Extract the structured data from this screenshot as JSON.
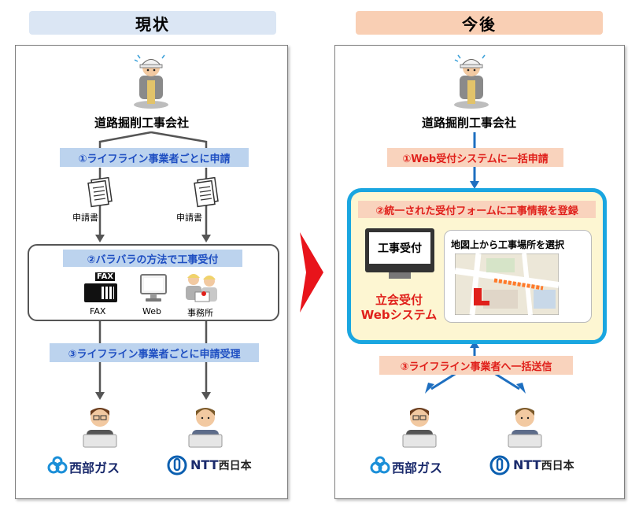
{
  "left": {
    "title": "現状",
    "company": "道路掘削工事会社",
    "step1": "①ライフライン事業者ごとに申請",
    "doc_label_1": "申請書",
    "doc_label_2": "申請書",
    "step2": "②バラバラの方法で工事受付",
    "method_fax_badge": "FAX",
    "methods": [
      "FAX",
      "Web",
      "事務所"
    ],
    "step3": "③ライフライン事業者ごとに申請受理",
    "logo_gas": "西部ガス",
    "logo_ntt": "NTT",
    "logo_ntt_suffix": "西日本"
  },
  "right": {
    "title": "今後",
    "company": "道路掘削工事会社",
    "step1": "①Web受付システムに一括申請",
    "step2": "②統一された受付フォームに工事情報を登録",
    "monitor_text": "工事受付",
    "system_name_line1": "立会受付",
    "system_name_line2": "Webシステム",
    "map_caption": "地図上から工事場所を選択",
    "step3": "③ライフライン事業者へ一括送信",
    "logo_gas": "西部ガス",
    "logo_ntt": "NTT",
    "logo_ntt_suffix": "西日本"
  },
  "colors": {
    "left_header": "#dbe6f4",
    "right_header": "#f9cfb4",
    "step_blue_bg": "#bcd3ee",
    "step_blue_text": "#1f4fc2",
    "step_red_bg": "#f9d3bd",
    "step_red_text": "#e0201b",
    "system_border": "#1aa6e0",
    "system_bg": "#fdf6d2",
    "arrow_red": "#e8141b",
    "arrow_blue": "#1e6fc0"
  }
}
